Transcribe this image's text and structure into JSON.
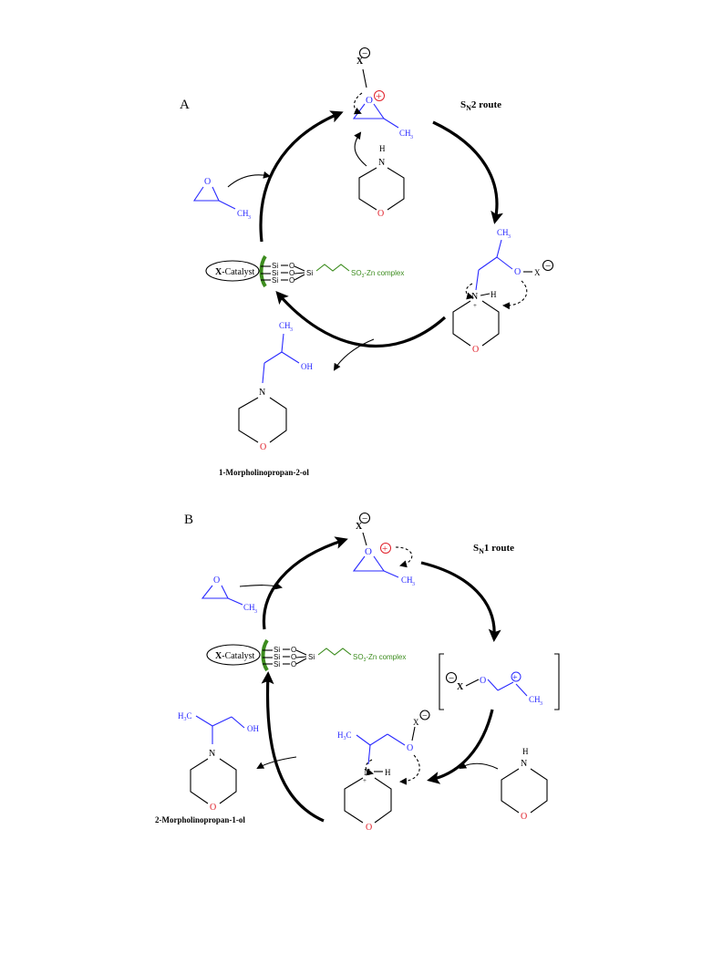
{
  "panel_a": {
    "letter": "A",
    "route_prefix": "S",
    "route_sub": "N",
    "route_suffix": "2 route",
    "product_name": "1-Morpholinopropan-2-ol"
  },
  "panel_b": {
    "letter": "B",
    "route_prefix": "S",
    "route_sub": "N",
    "route_suffix": "1 route",
    "product_name": "2-Morpholinopropan-1-ol"
  },
  "atoms": {
    "x": "X",
    "o": "O",
    "n": "N",
    "h": "H",
    "ch3": "CH",
    "ch3_sub": "3",
    "h3c": "H",
    "h3c_sub": "3",
    "h3c_c": "C",
    "oh": "OH",
    "si": "Si",
    "minus": "−",
    "plus": "+"
  },
  "catalyst": {
    "label_bold": "X",
    "label_rest": "-Catalyst",
    "chain_label_a": "SO",
    "chain_label_sub": "3",
    "chain_label_b": "-Zn complex"
  },
  "colors": {
    "reagent": "#2a2aff",
    "oxygen": "#e0202a",
    "support": "#3c8c1e",
    "arrows": "#000000"
  }
}
